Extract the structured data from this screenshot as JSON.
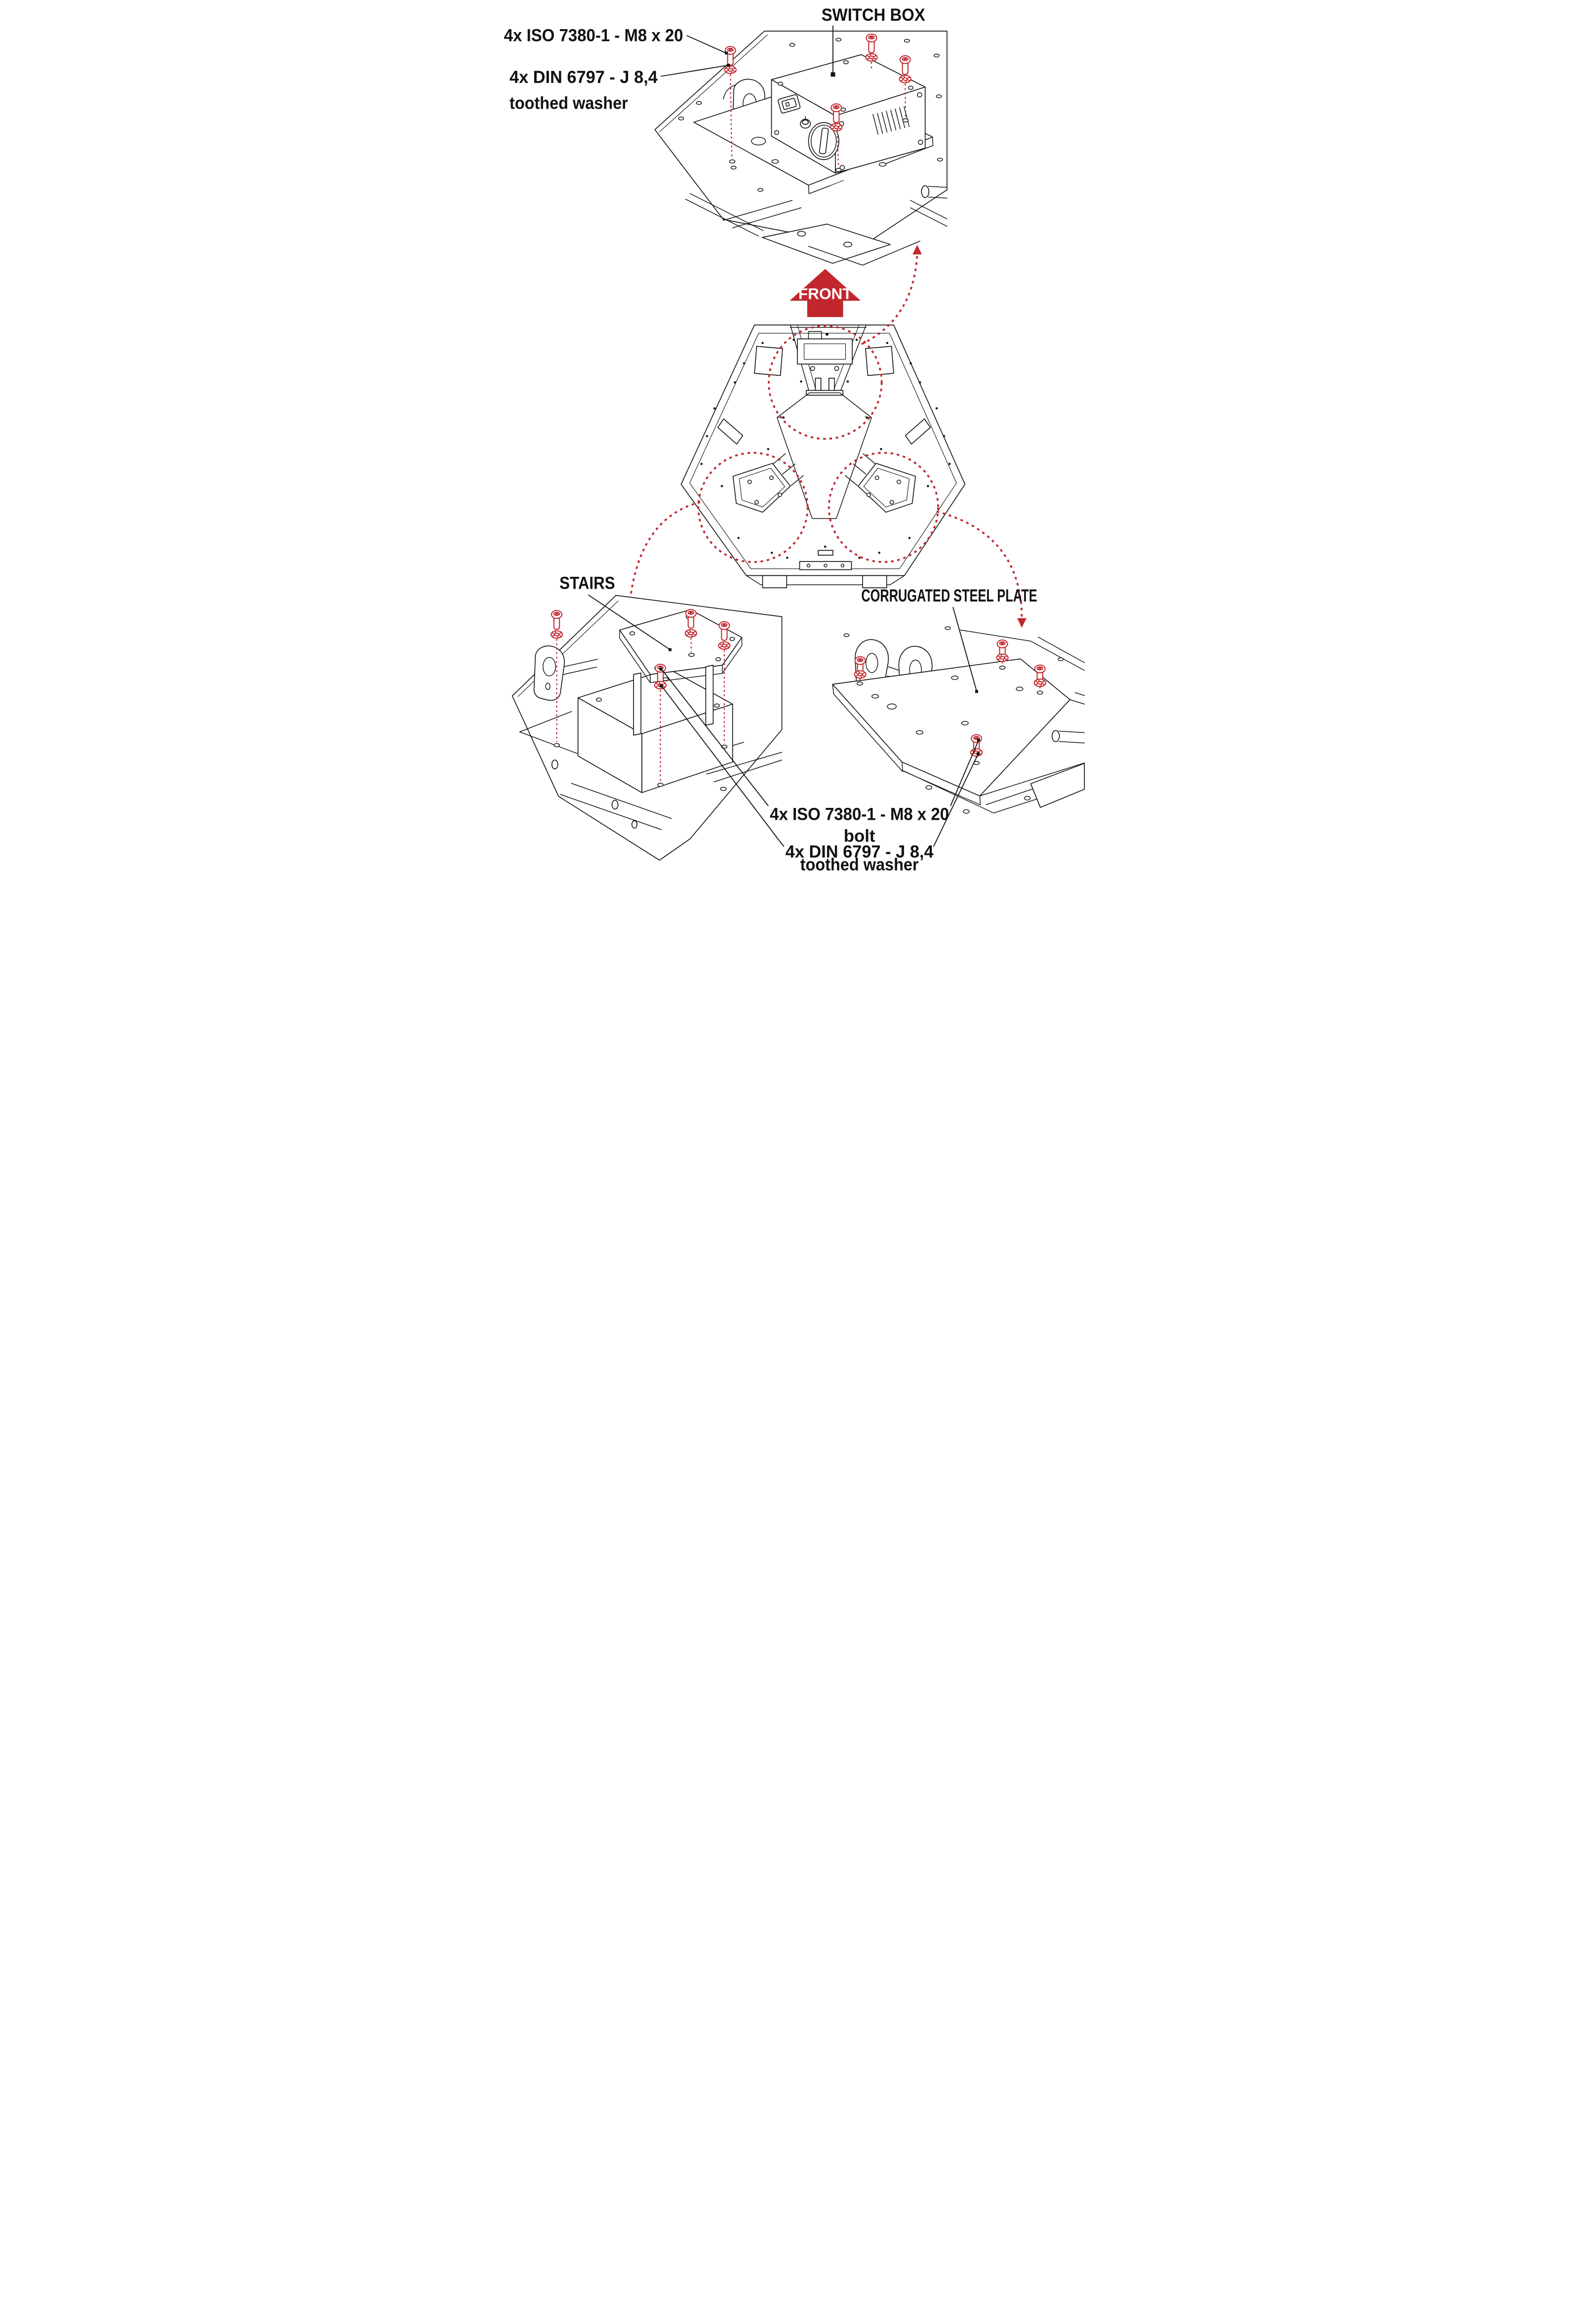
{
  "colors": {
    "accent_red": "#C1272D",
    "ink": "#141414",
    "background": "#FFFFFF"
  },
  "icons": {
    "front_arrow": "up-arrow-block",
    "bolt": "button-head-bolt",
    "washer": "toothed-washer",
    "zoom_link": "dotted-circle-with-curved-arrow"
  },
  "top_detail": {
    "title": "SWITCH BOX",
    "callout_bolt": "4x ISO 7380-1 - M8 x 20",
    "callout_washer_line1": "4x DIN 6797 - J 8,4",
    "callout_washer_line2": "toothed washer"
  },
  "overview": {
    "front_label": "FRONT"
  },
  "stairs_detail": {
    "title": "STAIRS"
  },
  "plate_detail": {
    "title": "CORRUGATED STEEL PLATE"
  },
  "bottom_callouts": {
    "bolt_line1": "4x ISO 7380-1 - M8 x 20",
    "bolt_line2": "bolt",
    "washer_line1": "4x DIN 6797 - J 8,4",
    "washer_line2": "toothed washer"
  }
}
